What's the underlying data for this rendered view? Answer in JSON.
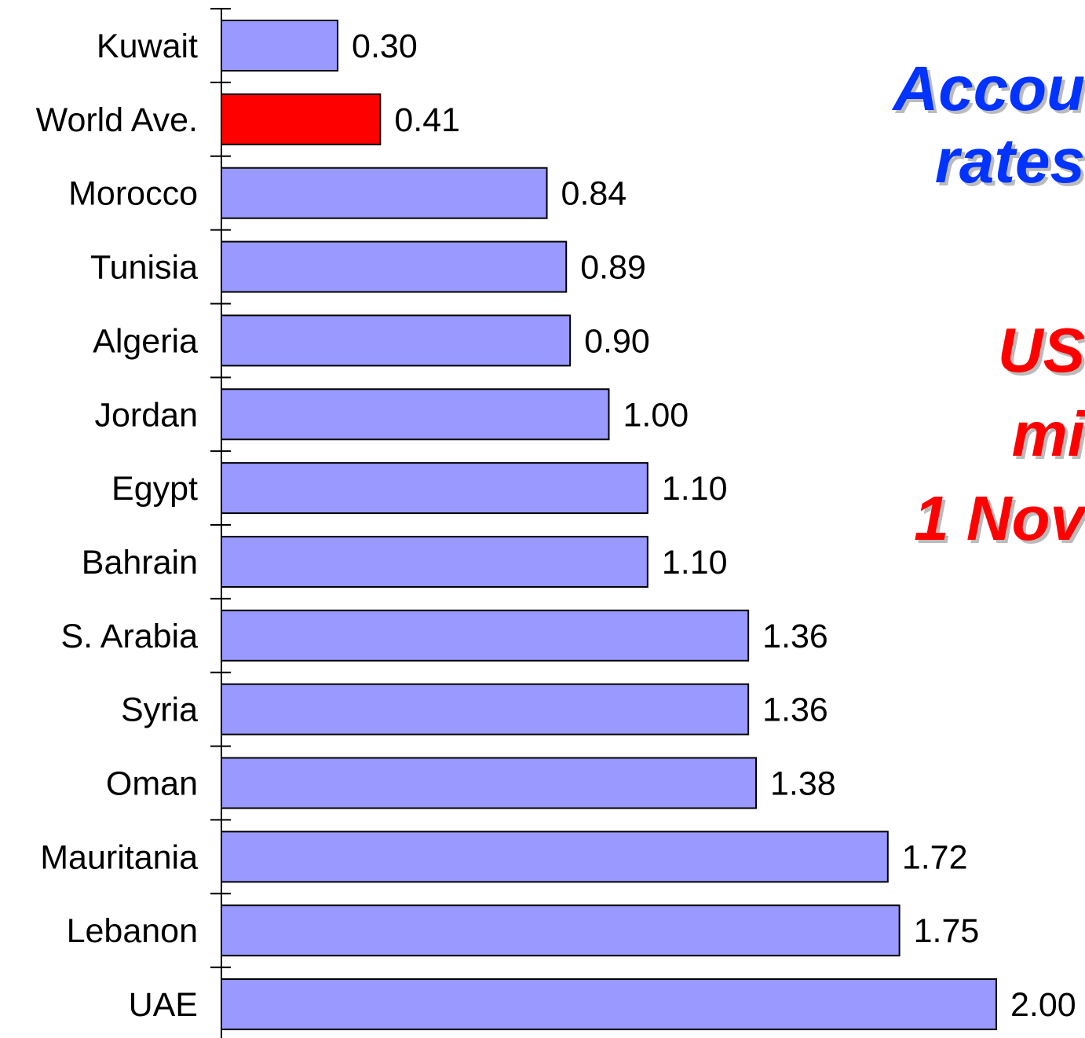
{
  "colors": {
    "bar": "#9999ff",
    "highlight": "#ff0000",
    "title_blue": "#0033ff",
    "title_red": "#ff0000",
    "shadow": "#bbbbbb"
  },
  "title_lines": [
    {
      "text": "Accou",
      "color": "blue"
    },
    {
      "text": "rates",
      "color": "blue"
    },
    {
      "text": "US",
      "color": "red"
    },
    {
      "text": "mi",
      "color": "red"
    },
    {
      "text": "1 Nov",
      "color": "red"
    }
  ],
  "chart_data": {
    "type": "bar",
    "orientation": "horizontal",
    "categories": [
      "Kuwait",
      "World Ave.",
      "Morocco",
      "Tunisia",
      "Algeria",
      "Jordan",
      "Egypt",
      "Bahrain",
      "S. Arabia",
      "Syria",
      "Oman",
      "Mauritania",
      "Lebanon",
      "UAE"
    ],
    "values": [
      0.3,
      0.41,
      0.84,
      0.89,
      0.9,
      1.0,
      1.1,
      1.1,
      1.36,
      1.36,
      1.38,
      1.72,
      1.75,
      2.0
    ],
    "value_labels": [
      "0.30",
      "0.41",
      "0.84",
      "0.89",
      "0.90",
      "1.00",
      "1.10",
      "1.10",
      "1.36",
      "1.36",
      "1.38",
      "1.72",
      "1.75",
      "2.00"
    ],
    "highlight_category": "World Ave.",
    "xlim": [
      0,
      2.0
    ],
    "grid": false
  }
}
